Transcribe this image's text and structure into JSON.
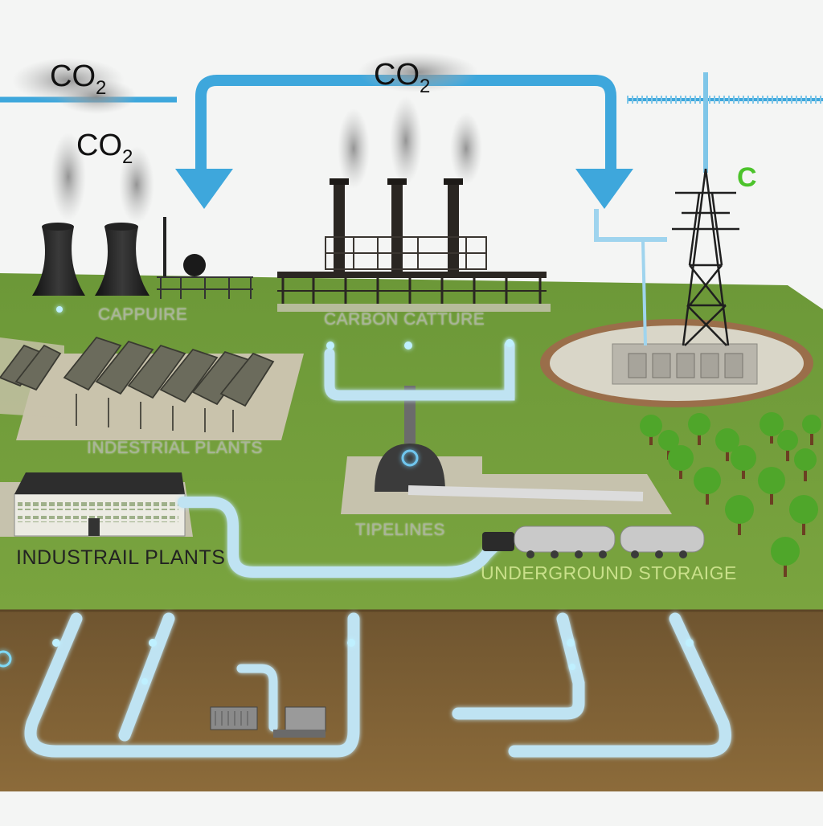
{
  "labels": {
    "capture": "CAPPUIRE",
    "carbon_capture": "CARBON CATTURE",
    "industrial_plants_top": "INDESTRIAL PLANTS",
    "industrial_plants_bottom": "INDUSTRAIL PLANTS",
    "pipelines": "TIPELINES",
    "underground_storage": "UNDERGROUND STORAIGE"
  },
  "co2_marks": [
    {
      "text": "CO",
      "sub": "2"
    },
    {
      "text": "CO",
      "sub": "2"
    },
    {
      "text": "CO",
      "sub": "2"
    }
  ],
  "logo_glyph": "C",
  "colors": {
    "sky": "#f4f5f4",
    "grass": "#6f9b3a",
    "soil": "#8a6a3a",
    "pipe": "#bfe3f2",
    "flow_arrow": "#3ea7dc",
    "tree": "#4fa62a",
    "logo": "#4cc32b"
  }
}
